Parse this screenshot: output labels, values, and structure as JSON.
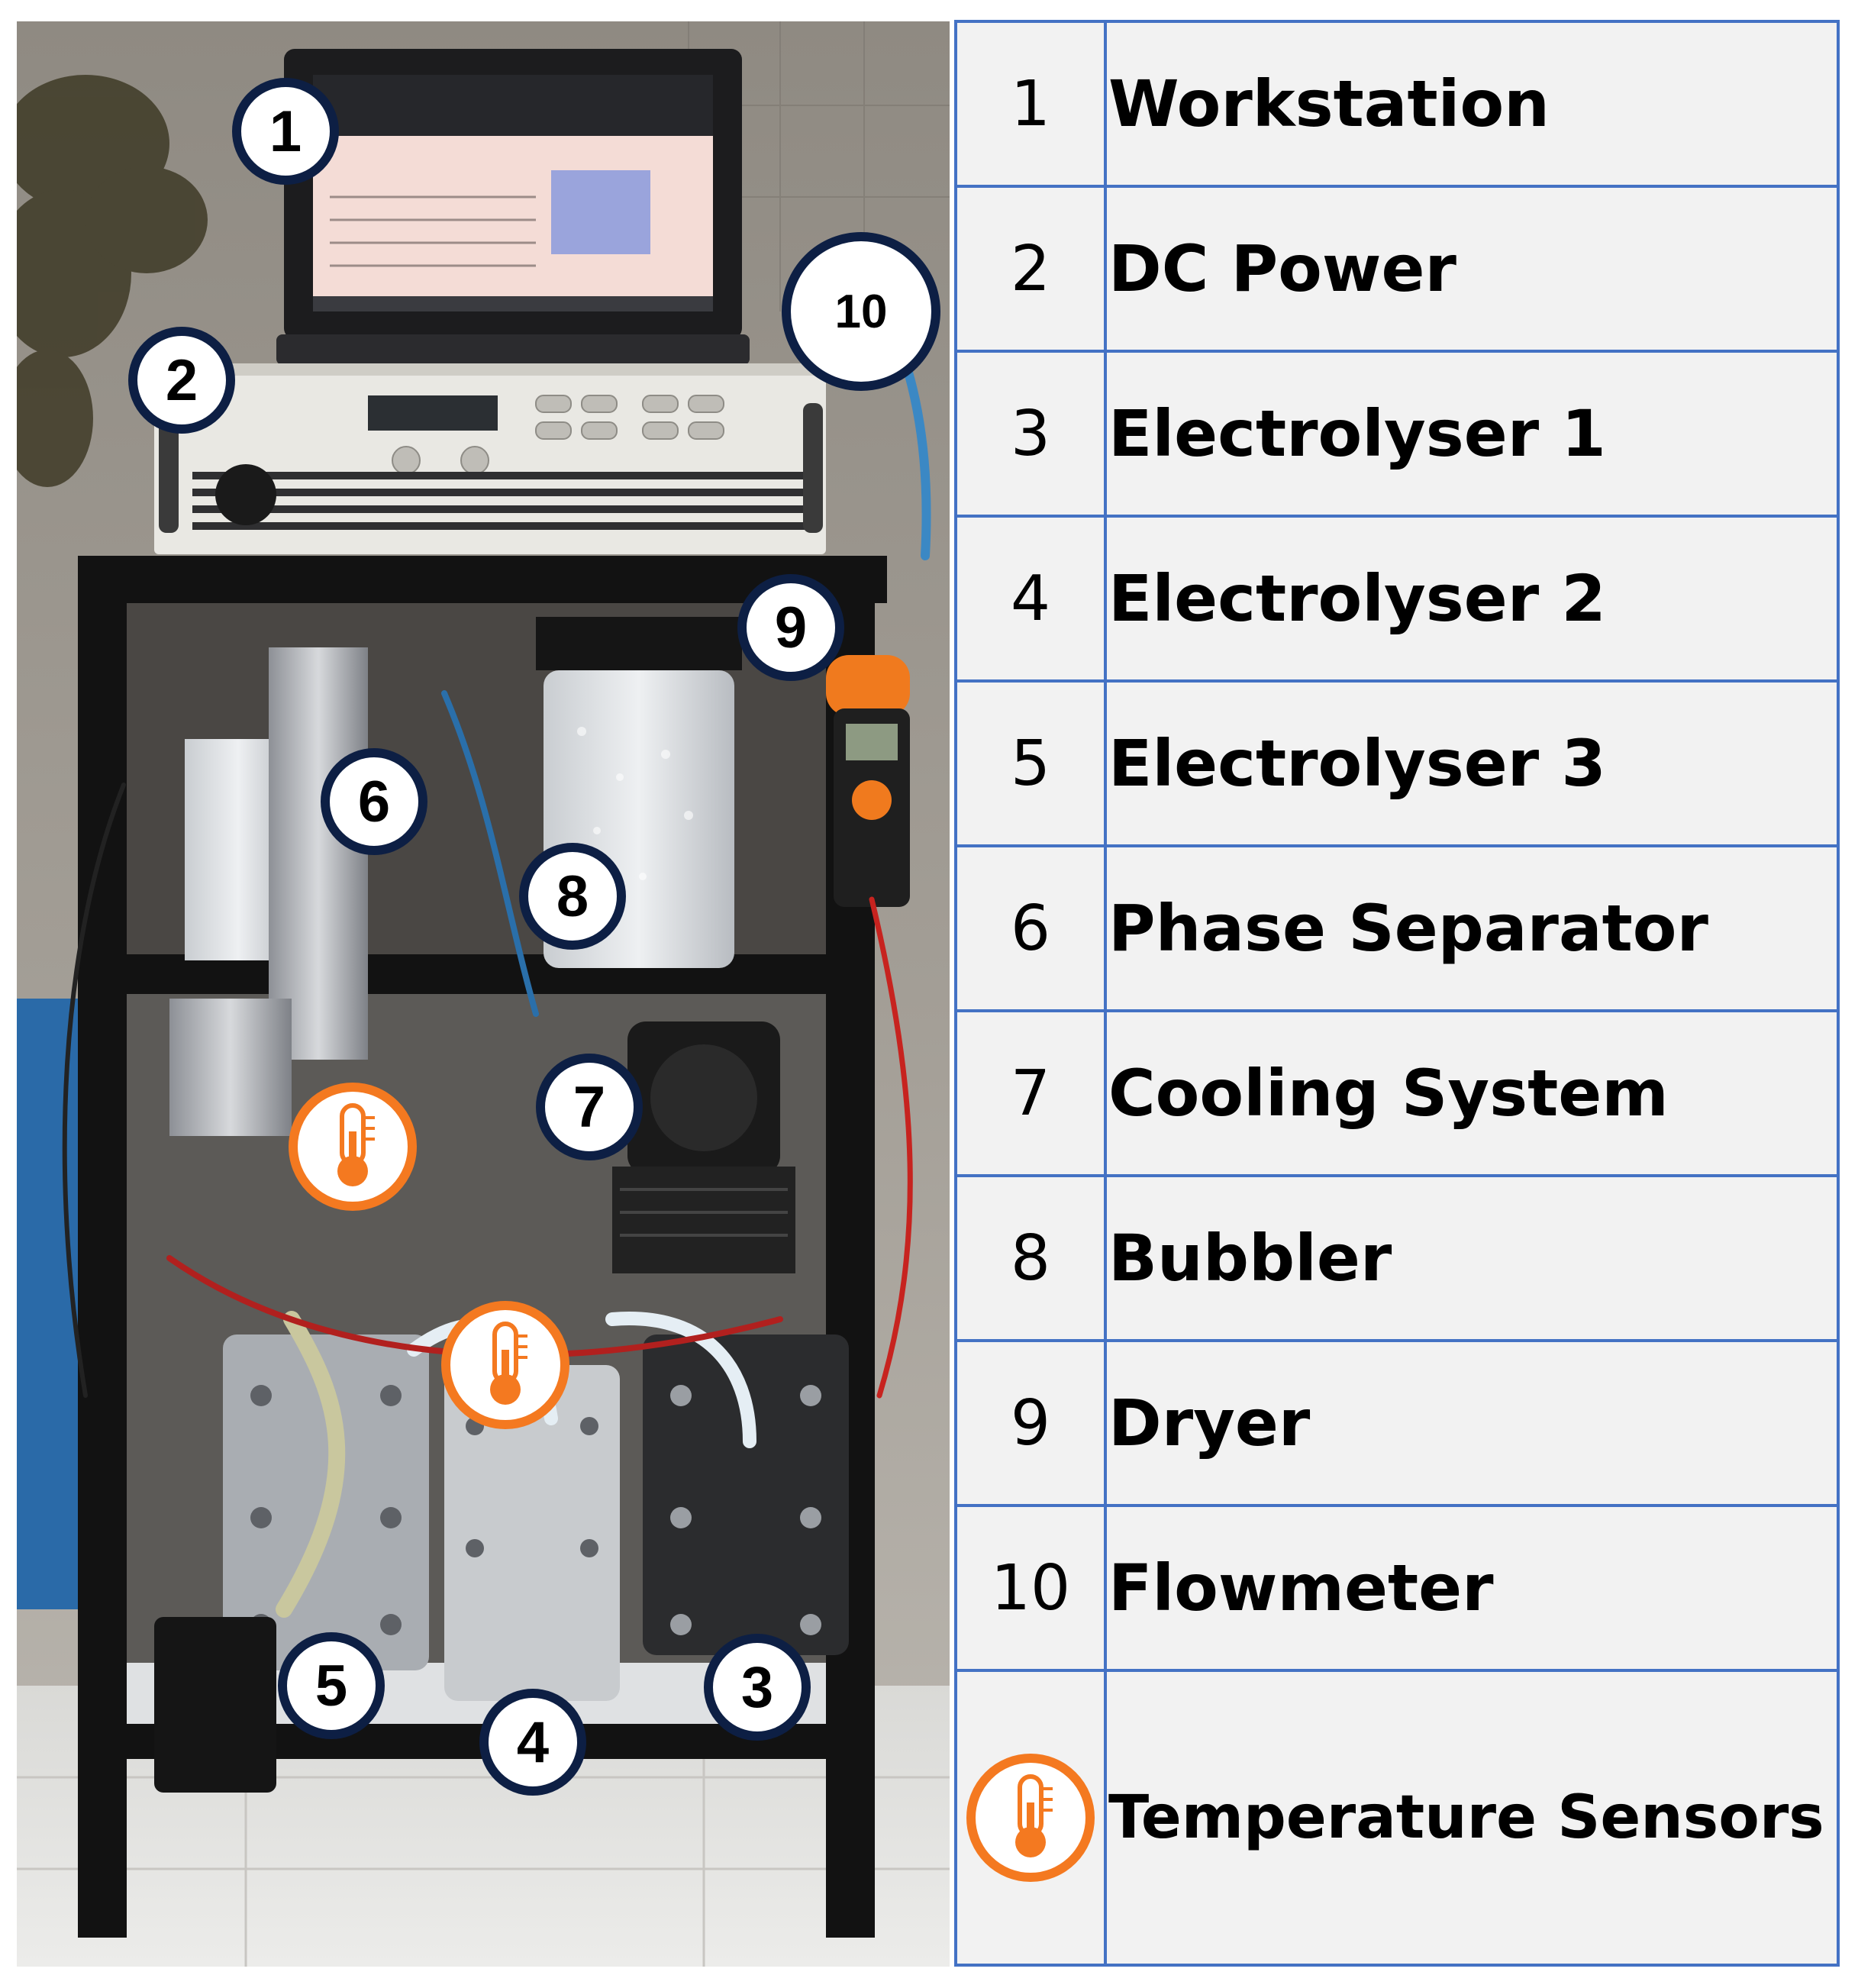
{
  "callouts": [
    {
      "number": "1"
    },
    {
      "number": "2"
    },
    {
      "number": "3"
    },
    {
      "number": "4"
    },
    {
      "number": "5"
    },
    {
      "number": "6"
    },
    {
      "number": "7"
    },
    {
      "number": "8"
    },
    {
      "number": "9"
    },
    {
      "number": "10"
    }
  ],
  "legend": {
    "rows": [
      {
        "number": "1",
        "label": "Workstation"
      },
      {
        "number": "2",
        "label": "DC Power"
      },
      {
        "number": "3",
        "label": "Electrolyser 1"
      },
      {
        "number": "4",
        "label": "Electrolyser 2"
      },
      {
        "number": "5",
        "label": "Electrolyser 3"
      },
      {
        "number": "6",
        "label": "Phase Separator"
      },
      {
        "number": "7",
        "label": "Cooling System"
      },
      {
        "number": "8",
        "label": "Bubbler"
      },
      {
        "number": "9",
        "label": "Dryer"
      },
      {
        "number": "10",
        "label": "Flowmeter"
      }
    ],
    "sensor_label": "Temperature Sensors"
  },
  "colors": {
    "callout_border": "#0d1f44",
    "sensor_accent": "#f47920",
    "table_border": "#4472c4",
    "table_fill": "#f2f2f2"
  },
  "icons": {
    "sensor": "thermometer-icon"
  }
}
